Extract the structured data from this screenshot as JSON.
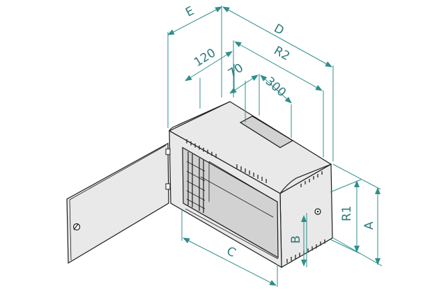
{
  "dimension_labels": {
    "E": "E",
    "D": "D",
    "R2": "R2",
    "w120": "120",
    "w70": "70",
    "w300": "300",
    "R1": "R1",
    "A": "A",
    "B": "B",
    "C": "C"
  },
  "colors": {
    "dimension": "#2f8f8a",
    "line": "#1a1a1a",
    "panel": "#e9e9e9"
  }
}
